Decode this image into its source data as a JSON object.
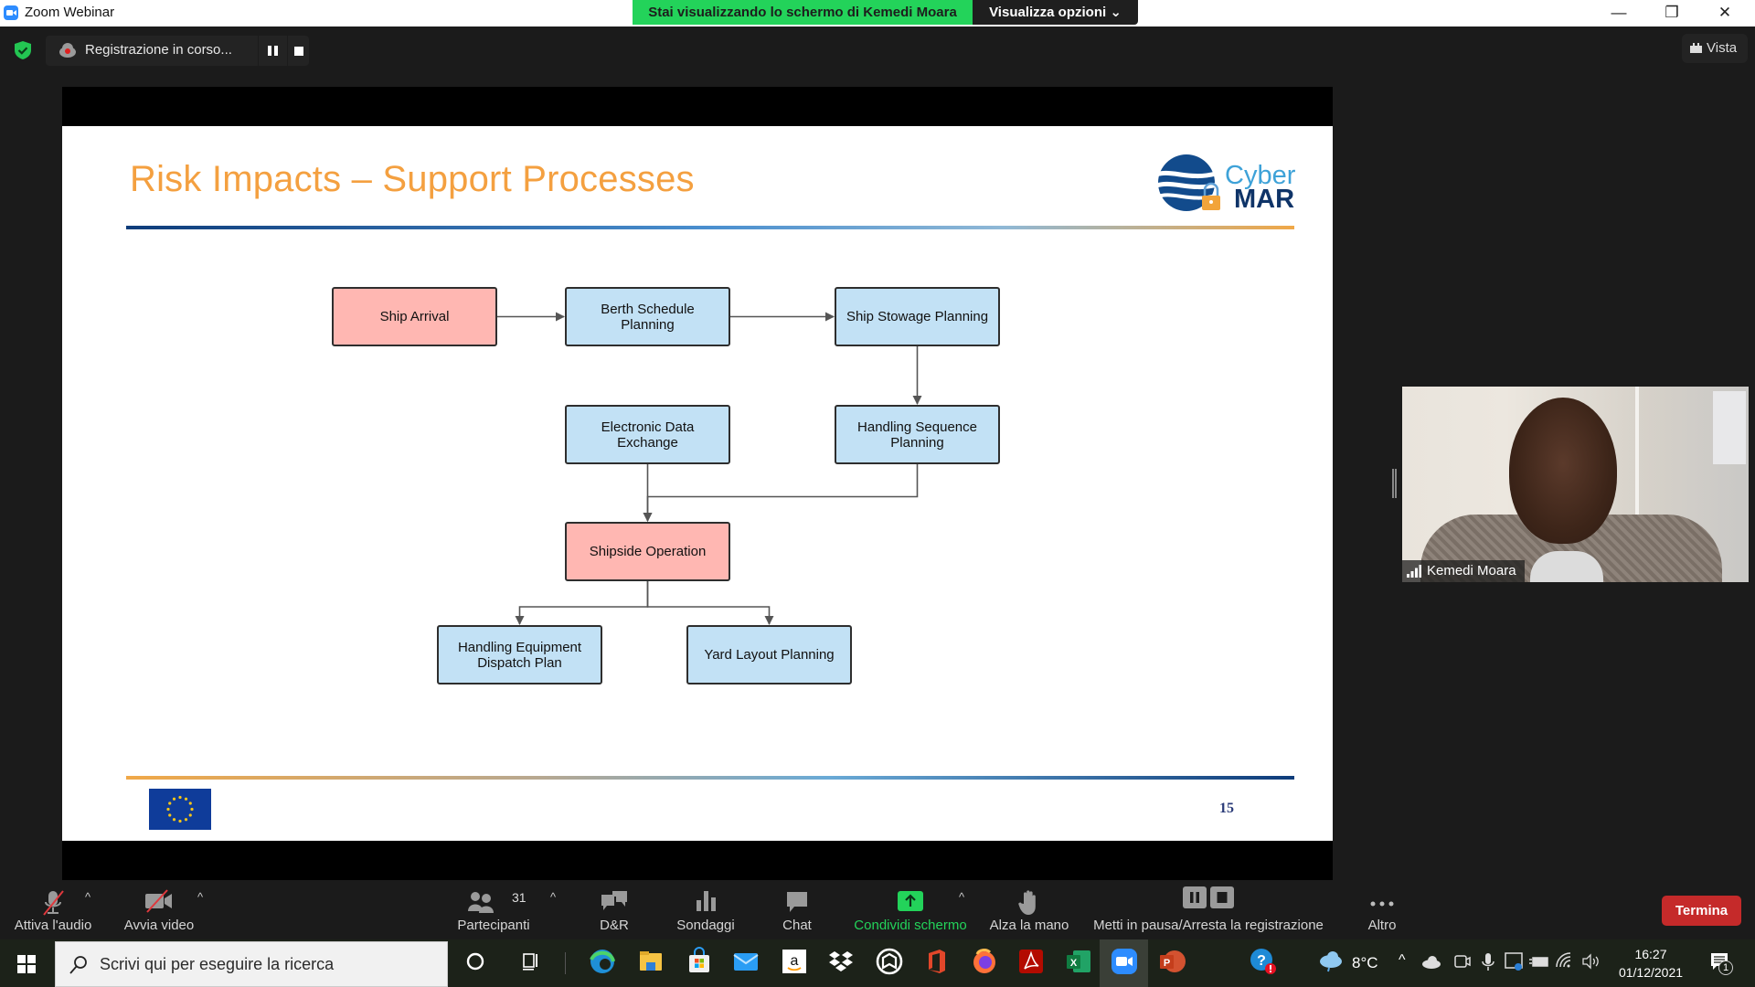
{
  "window": {
    "app_title": "Zoom Webinar",
    "share_banner": "Stai visualizzando lo schermo di Kemedi Moara",
    "view_options": "Visualizza opzioni ⌄",
    "controls": {
      "minimize": "—",
      "restore": "❐",
      "close": "✕"
    }
  },
  "recording": {
    "label": "Registrazione in corso...",
    "status_color": "#e02020"
  },
  "view_button": {
    "label": "Vista"
  },
  "slide": {
    "title": "Risk Impacts – Support Processes",
    "logo_word_1": "Cyber",
    "logo_word_2": "MAR",
    "page_number": "15",
    "title_color": "#f4a040",
    "diagram": {
      "nodes": [
        {
          "id": "ship_arrival",
          "label": "Ship Arrival",
          "color": "red"
        },
        {
          "id": "berth_schedule",
          "label": "Berth Schedule Planning",
          "color": "blue"
        },
        {
          "id": "ship_stowage",
          "label": "Ship Stowage Planning",
          "color": "blue"
        },
        {
          "id": "edi",
          "label": "Electronic Data Exchange",
          "color": "blue"
        },
        {
          "id": "handling_sequence",
          "label": "Handling Sequence Planning",
          "color": "blue"
        },
        {
          "id": "shipside_operation",
          "label": "Shipside Operation",
          "color": "red"
        },
        {
          "id": "handling_equipment",
          "label": "Handling Equipment Dispatch Plan",
          "color": "blue"
        },
        {
          "id": "yard_layout",
          "label": "Yard Layout Planning",
          "color": "blue"
        }
      ],
      "edges": [
        {
          "from": "ship_arrival",
          "to": "berth_schedule"
        },
        {
          "from": "berth_schedule",
          "to": "ship_stowage"
        },
        {
          "from": "ship_stowage",
          "to": "handling_sequence"
        },
        {
          "from": "edi",
          "to": "shipside_operation"
        },
        {
          "from": "handling_sequence",
          "to": "shipside_operation"
        },
        {
          "from": "shipside_operation",
          "to": "handling_equipment"
        },
        {
          "from": "shipside_operation",
          "to": "yard_layout"
        }
      ]
    }
  },
  "video": {
    "participant_name": "Kemedi Moara"
  },
  "toolbar": {
    "audio": "Attiva l'audio",
    "video": "Avvia video",
    "participants": "Partecipanti",
    "participants_count": "31",
    "qa": "D&R",
    "polls": "Sondaggi",
    "chat": "Chat",
    "share_screen": "Condividi schermo",
    "raise_hand": "Alza la mano",
    "recording": "Metti in pausa/Arresta la registrazione",
    "more": "Altro",
    "end": "Termina",
    "share_color": "#23d35a",
    "end_color": "#c52a2a"
  },
  "taskbar": {
    "search_placeholder": "Scrivi qui per eseguire la ricerca",
    "apps": [
      "Cortana",
      "Task View",
      "Edge",
      "File Explorer",
      "Microsoft Store",
      "Mail",
      "Amazon",
      "Dropbox",
      "App",
      "Office",
      "Firefox",
      "Acrobat",
      "Excel",
      "Zoom",
      "PowerPoint"
    ],
    "temperature": "8°C",
    "time": "16:27",
    "date": "01/12/2021",
    "notification_count": "1"
  }
}
